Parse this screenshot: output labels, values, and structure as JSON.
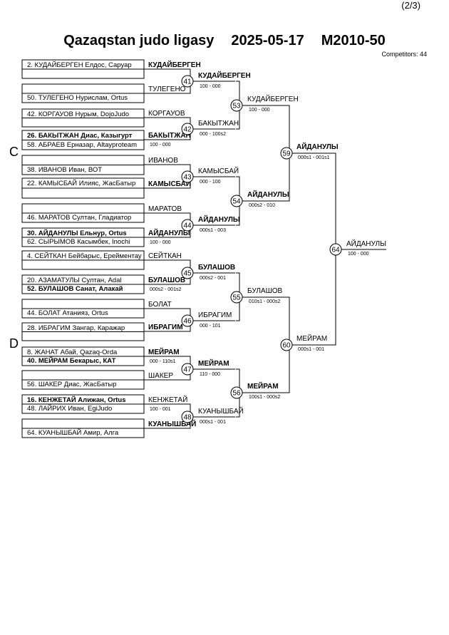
{
  "page_indicator": "(2/3)",
  "header": {
    "league": "Qazaqstan judo ligasy",
    "date": "2025-05-17",
    "category": "M2010-50",
    "competitors": "Competitors: 44"
  },
  "section_markers": [
    "C",
    "D"
  ],
  "entries": [
    {
      "text": "2. КУДАЙБЕРГЕН Елдос, Саруар",
      "bold": false
    },
    {
      "text": "",
      "bold": false
    },
    {
      "text": "50. ТУЛЕГЕНО Нурислам, Ortus",
      "bold": false
    },
    {
      "text": "42. КОРГАУОВ Нурым, DojoJudo",
      "bold": false
    },
    {
      "text": "26. БАКЫТЖАН Диас, Казыгурт",
      "bold": true
    },
    {
      "text": "58. АБРАЕВ Ерназар, Altayproteam",
      "bold": false
    },
    {
      "text": "38. ИВАНОВ Иван, ВОТ",
      "bold": false
    },
    {
      "text": "22. КАМЫСБАЙ Илияс, ЖасБатыр",
      "bold": false
    },
    {
      "text": "",
      "bold": false
    },
    {
      "text": "46. МАРАТОВ Султан, Гладиатор",
      "bold": false
    },
    {
      "text": "30. АЙДАНУЛЫ Ельнур, Ortus",
      "bold": true
    },
    {
      "text": "62. СЫРЫМОВ Касымбек, Inochi",
      "bold": false
    },
    {
      "text": "4. СЕЙТКАН Бейбарыс, Ерейментау",
      "bold": false
    },
    {
      "text": "20. АЗАМАТУЛЫ Султан, Adal",
      "bold": false
    },
    {
      "text": "52. БУЛАШОВ Санат, Алакай",
      "bold": true
    },
    {
      "text": "44. БОЛАТ Атанияз, Ortus",
      "bold": false
    },
    {
      "text": "28. ИБРАГИМ Зангар, Каражар",
      "bold": false
    },
    {
      "text": "",
      "bold": false
    },
    {
      "text": "8. ЖАНАТ Абай, Qazaq-Orda",
      "bold": false
    },
    {
      "text": "40. МЕЙРАМ Бекарыс, КАТ",
      "bold": true
    },
    {
      "text": "",
      "bold": false
    },
    {
      "text": "56. ШАКЕР Диас, ЖасБатыр",
      "bold": false
    },
    {
      "text": "16. КЕНЖЕТАЙ Алижан, Ortus",
      "bold": true
    },
    {
      "text": "48. ЛАЙРИХ Иван, EgiJudo",
      "bold": false
    },
    {
      "text": "",
      "bold": false
    },
    {
      "text": "64. КУАНЫШБАЙ Амир, Алга",
      "bold": false
    }
  ],
  "round1": [
    {
      "name": "КУДАЙБЕРГЕН",
      "bold": true,
      "score": ""
    },
    {
      "name": "ТУЛЕГЕНО",
      "bold": false,
      "score": ""
    },
    {
      "name": "КОРГАУОВ",
      "bold": false,
      "score": ""
    },
    {
      "name": "БАКЫТЖАН",
      "bold": true,
      "score": "100 - 000"
    },
    {
      "name": "ИВАНОВ",
      "bold": false,
      "score": ""
    },
    {
      "name": "КАМЫСБАЙ",
      "bold": true,
      "score": ""
    },
    {
      "name": "МАРАТОВ",
      "bold": false,
      "score": ""
    },
    {
      "name": "АЙДАНУЛЫ",
      "bold": true,
      "score": "100 - 000"
    },
    {
      "name": "СЕЙТКАН",
      "bold": false,
      "score": ""
    },
    {
      "name": "БУЛАШОВ",
      "bold": true,
      "score": "000s2 - 001s2"
    },
    {
      "name": "БОЛАТ",
      "bold": false,
      "score": ""
    },
    {
      "name": "ИБРАГИМ",
      "bold": true,
      "score": ""
    },
    {
      "name": "МЕЙРАМ",
      "bold": true,
      "score": "000 - 110s1"
    },
    {
      "name": "ШАКЕР",
      "bold": false,
      "score": ""
    },
    {
      "name": "КЕНЖЕТАЙ",
      "bold": false,
      "score": "100 - 001"
    },
    {
      "name": "КУАНЫШБАЙ",
      "bold": true,
      "score": ""
    }
  ],
  "round2": [
    {
      "match": "41",
      "name": "КУДАЙБЕРГЕН",
      "bold": true,
      "score": "100 - 000"
    },
    {
      "match": "42",
      "name": "БАКЫТЖАН",
      "bold": false,
      "score": "000 - 100s2"
    },
    {
      "match": "43",
      "name": "КАМЫСБАЙ",
      "bold": false,
      "score": "000 - 100"
    },
    {
      "match": "44",
      "name": "АЙДАНУЛЫ",
      "bold": true,
      "score": "000s1 - 003"
    },
    {
      "match": "45",
      "name": "БУЛАШОВ",
      "bold": true,
      "score": "000s2 - 001"
    },
    {
      "match": "46",
      "name": "ИБРАГИМ",
      "bold": false,
      "score": "000 - 101"
    },
    {
      "match": "47",
      "name": "МЕЙРАМ",
      "bold": true,
      "score": "110 - 000"
    },
    {
      "match": "48",
      "name": "КУАНЫШБАЙ",
      "bold": false,
      "score": "000s1 - 001"
    }
  ],
  "round3": [
    {
      "match": "53",
      "name": "КУДАЙБЕРГЕН",
      "bold": false,
      "score": "100 - 000"
    },
    {
      "match": "54",
      "name": "АЙДАНУЛЫ",
      "bold": true,
      "score": "000s2 - 010"
    },
    {
      "match": "55",
      "name": "БУЛАШОВ",
      "bold": false,
      "score": "010s1 - 000s2"
    },
    {
      "match": "56",
      "name": "МЕЙРАМ",
      "bold": true,
      "score": "100s1 - 000s2"
    }
  ],
  "round4": [
    {
      "match": "59",
      "name": "АЙДАНУЛЫ",
      "bold": true,
      "score": "000s1 - 001s1"
    },
    {
      "match": "60",
      "name": "МЕЙРАМ",
      "bold": false,
      "score": "000s1 - 001"
    }
  ],
  "final": {
    "match": "64",
    "name": "АЙДАНУЛЫ",
    "bold": false,
    "score": "100 - 000"
  }
}
